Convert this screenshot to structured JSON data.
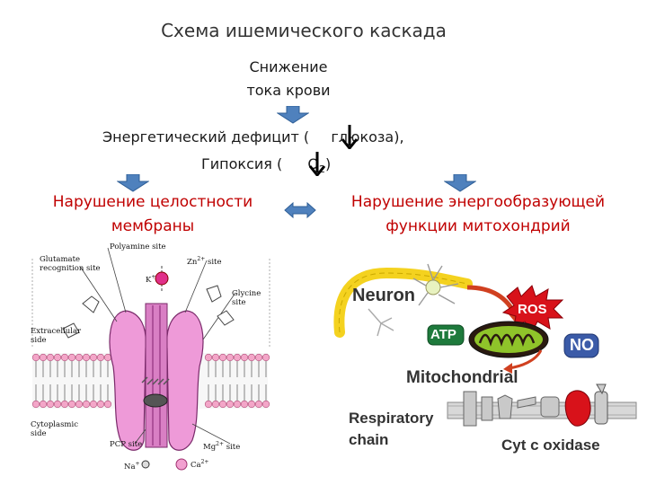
{
  "header": {
    "title": "Схема ишемического каскада"
  },
  "cascade": {
    "step1_line1": "Снижение",
    "step1_line2": "тока крови",
    "step2_line1_a": "Энергетический дефицит (",
    "step2_line1_b": "глюкоза),",
    "step2_line2_a": "Гипоксия (",
    "step2_line2_o": "O",
    "step2_line2_sub": "2",
    "step2_line2_b": ")"
  },
  "branches": {
    "left_line1": "Нарушение целостности",
    "left_line2": "мембраны",
    "right_line1": "Нарушение энергообразующей",
    "right_line2": "функции митохондрий"
  },
  "receptor_figure": {
    "polyamine": "Polyamine site",
    "glutamate_1": "Glutamate",
    "glutamate_2": "recognition site",
    "zn": "Zn",
    "zn_sup": "2+",
    "zn_tail": " site",
    "k": "K",
    "k_sup": "+",
    "glycine_1": "Glycine",
    "glycine_2": "site",
    "extracellular_1": "Extracellular",
    "extracellular_2": "side",
    "cytoplasmic_1": "Cytoplasmic",
    "cytoplasmic_2": "side",
    "pcp": "PCP site",
    "mg": "Mg",
    "mg_sup": "2+",
    "mg_tail": " site",
    "na": "Na",
    "na_sup": "+",
    "ca": "Ca",
    "ca_sup": "2+"
  },
  "mito_figure": {
    "neuron": "Neuron",
    "ros": "ROS",
    "atp": "ATP",
    "no": "NO",
    "mitochondrial": "Mitochondrial",
    "respiratory_1": "Respiratory",
    "respiratory_2": "chain",
    "cyt": "Cyt c oxidase"
  },
  "colors": {
    "arrow_blue": "#4f81bd",
    "arrow_blue_dark": "#2f5f97",
    "accent_red": "#c00000",
    "membrane_pink": "#f3a6c8",
    "receptor_pink": "#ee9ad8",
    "neuron_yellow": "#f4d21f",
    "ros_red": "#d8121a",
    "atp_green": "#1e7a3c",
    "no_blue": "#3b5ba8"
  },
  "icons": [
    "down-arrow-icon",
    "thick-down-arrow-icon",
    "double-arrow-icon",
    "neuron-icon",
    "mitochondrion-icon",
    "ros-burst-icon"
  ]
}
